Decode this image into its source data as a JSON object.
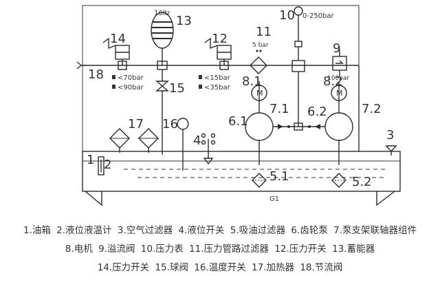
{
  "labels": {
    "n1": "1",
    "n2": "2",
    "n3": "3",
    "n4": "4",
    "n5_1": "5.1",
    "n5_2": "5.2",
    "n6_1": "6.1",
    "n6_2": "6.2",
    "n7_1": "7.1",
    "n7_2": "7.2",
    "n8_1": "8.1",
    "n8_2": "8.2",
    "n9": "9",
    "n10": "10",
    "n11": "11",
    "n12": "12",
    "n13": "13",
    "n14": "14",
    "n15": "15",
    "n16": "16",
    "n17": "17",
    "n18": "18",
    "accumulator_volume": "16ltr",
    "gauge_range": "0-250bar",
    "filter_pressure": "5 bar",
    "relief_pressure": "100bar",
    "switch14_low": "<70bar",
    "switch14_high": "<90bar",
    "switch12_low": "<15bar",
    "switch12_high": "<35bar",
    "motor_symbol": "M",
    "tank_mark": "G1"
  },
  "legend": {
    "row1": [
      "1.油箱",
      "2.液位液温计",
      "3.空气过滤器",
      "4.液位开关",
      "5.吸油过滤器",
      "6.齿轮泵",
      "7.泵支架联轴器组件"
    ],
    "row2": [
      "8.电机",
      "9.溢流阀",
      "10.压力表",
      "11.压力管路过滤器",
      "12.压力开关",
      "13.蓄能器"
    ],
    "row3": [
      "14.压力开关",
      "15.球阀",
      "16.温度开关",
      "17.加热器",
      "18.节流阀"
    ]
  }
}
